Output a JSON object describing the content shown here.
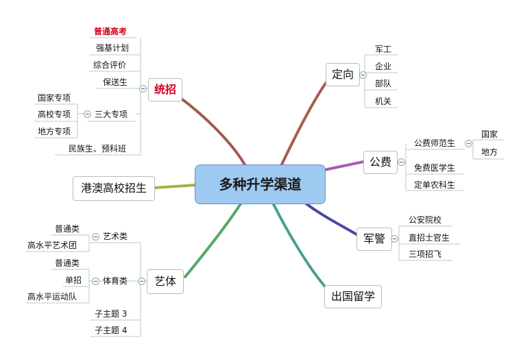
{
  "center": "多种升学渠道",
  "branches": {
    "tongzhao": {
      "label": "统招",
      "items": [
        "普通高考",
        "强基计划",
        "综合评价",
        "保送生"
      ],
      "sanda": {
        "label": "三大专项",
        "items": [
          "国家专项",
          "高校专项",
          "地方专项"
        ]
      },
      "minzu": "民族生、预科班"
    },
    "gangao": {
      "label": "港澳高校招生"
    },
    "yiti": {
      "label": "艺体",
      "yishu": {
        "label": "艺术类",
        "items": [
          "普通类",
          "高水平艺术团"
        ]
      },
      "tiyu": {
        "label": "体育类",
        "items": [
          "普通类",
          "单招",
          "高水平运动队"
        ]
      },
      "sub3": "子主题 3",
      "sub4": "子主题 4"
    },
    "dingxiang": {
      "label": "定向",
      "items": [
        "军工",
        "企业",
        "部队",
        "机关"
      ]
    },
    "gongfei": {
      "label": "公费",
      "shifan": {
        "label": "公费师范生",
        "items": [
          "国家",
          "地方"
        ]
      },
      "items": [
        "免费医学生",
        "定单农科生"
      ]
    },
    "junjing": {
      "label": "军警",
      "items": [
        "公安院校",
        "直招士官生",
        "三项招飞"
      ]
    },
    "chuguo": {
      "label": "出国留学"
    }
  },
  "colors": {
    "tongzhao": "#a05a55",
    "gangao": "#a8b040",
    "yiti": "#55a86a",
    "dingxiang": "#a85a50",
    "gongfei": "#a85ab0",
    "junjing": "#4a48a0",
    "chuguo": "#48a090",
    "underline": "#b7c9cf"
  }
}
